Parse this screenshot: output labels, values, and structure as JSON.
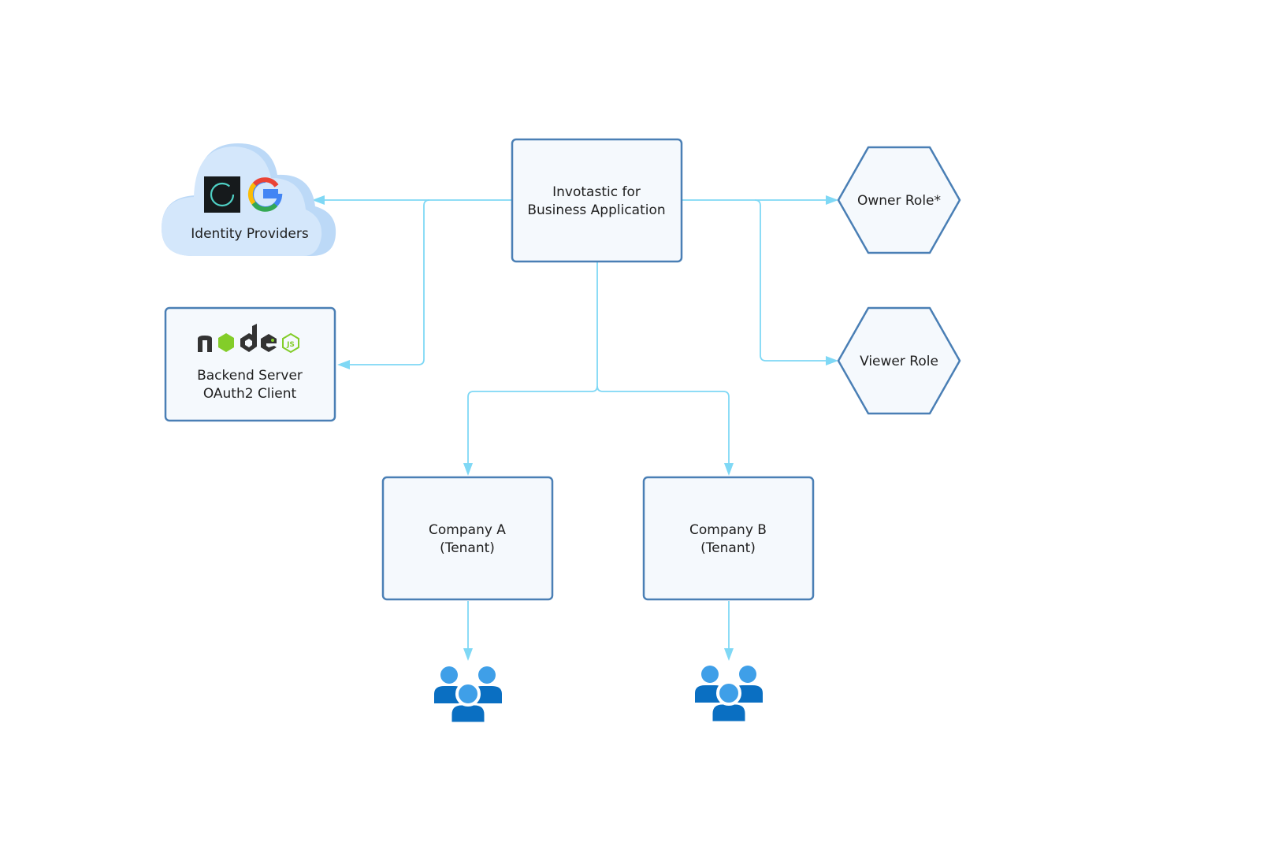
{
  "diagram": {
    "title": "Invotastic multi-tenant architecture",
    "colors": {
      "node_fill": "#f5f9fd",
      "node_stroke": "#4a7fb5",
      "connector": "#7fd8f5",
      "cloud_fill": "#d4e7fb",
      "cloud_shade": "#bcd9f7",
      "users_dark": "#0a6fc2",
      "users_light": "#3f9fe8",
      "node_green": "#83cd29",
      "node_dark": "#333333"
    },
    "nodes": {
      "app": {
        "lines": [
          "Invotastic for",
          "Business Application"
        ]
      },
      "identity": {
        "label": "Identity Providers",
        "icons": [
          "okta-like-ring-icon",
          "google-g-icon"
        ]
      },
      "backend": {
        "logo": "nodejs-logo",
        "lines": [
          "Backend Server",
          "OAuth2 Client"
        ]
      },
      "owner_role": {
        "label": "Owner Role*"
      },
      "viewer_role": {
        "label": "Viewer Role"
      },
      "company_a": {
        "lines": [
          "Company A",
          "(Tenant)"
        ]
      },
      "company_b": {
        "lines": [
          "Company B",
          "(Tenant)"
        ]
      },
      "users_a": {
        "icon": "users-group-icon"
      },
      "users_b": {
        "icon": "users-group-icon"
      }
    },
    "edges": [
      {
        "from": "app",
        "to": "identity"
      },
      {
        "from": "app",
        "to": "backend"
      },
      {
        "from": "app",
        "to": "owner_role"
      },
      {
        "from": "app",
        "to": "viewer_role"
      },
      {
        "from": "app",
        "to": "company_a"
      },
      {
        "from": "app",
        "to": "company_b"
      },
      {
        "from": "company_a",
        "to": "users_a"
      },
      {
        "from": "company_b",
        "to": "users_b"
      }
    ]
  }
}
